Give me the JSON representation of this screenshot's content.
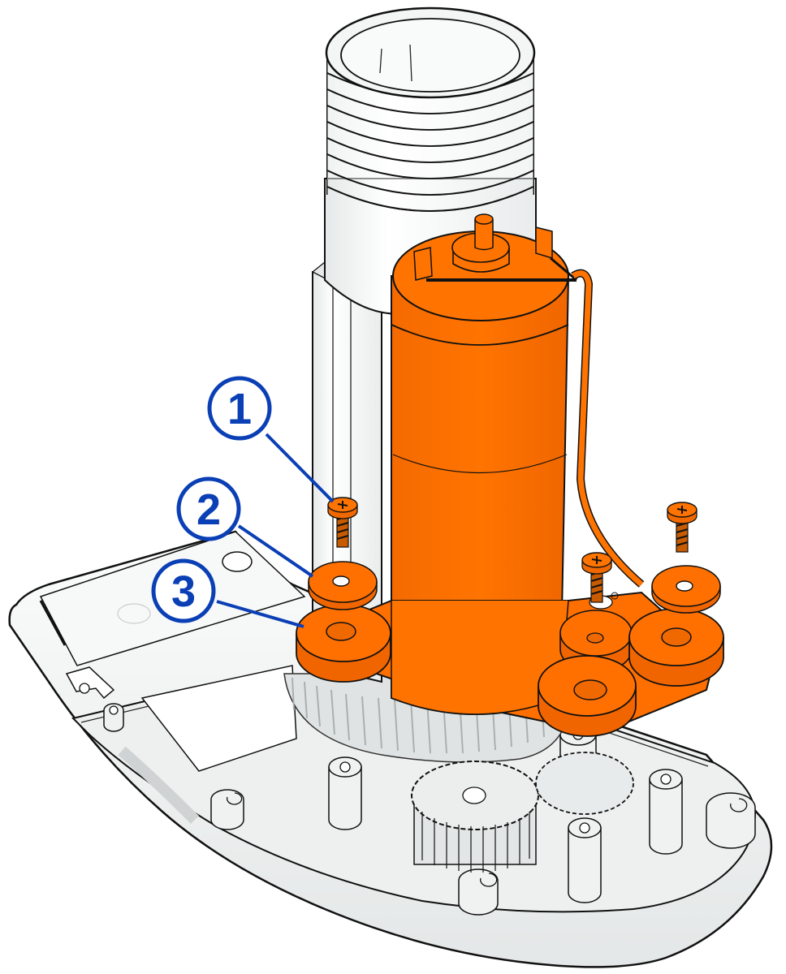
{
  "diagram": {
    "type": "exploded-assembly-illustration",
    "colors": {
      "highlight_part": "#ff6e00",
      "callout": "#0a3fb5",
      "housing": "#f2f4f4",
      "outline": "#111111",
      "gear": "#dfe3e3"
    },
    "callouts": [
      {
        "number": "1",
        "label": "1",
        "target": "screw"
      },
      {
        "number": "2",
        "label": "2",
        "target": "small-washer"
      },
      {
        "number": "3",
        "label": "3",
        "target": "large-grommet"
      }
    ],
    "parts": [
      "threaded-mounting-tube",
      "motor",
      "motor-bracket",
      "screws",
      "washers",
      "grommets",
      "large-gear",
      "small-gears",
      "housing-base"
    ]
  }
}
